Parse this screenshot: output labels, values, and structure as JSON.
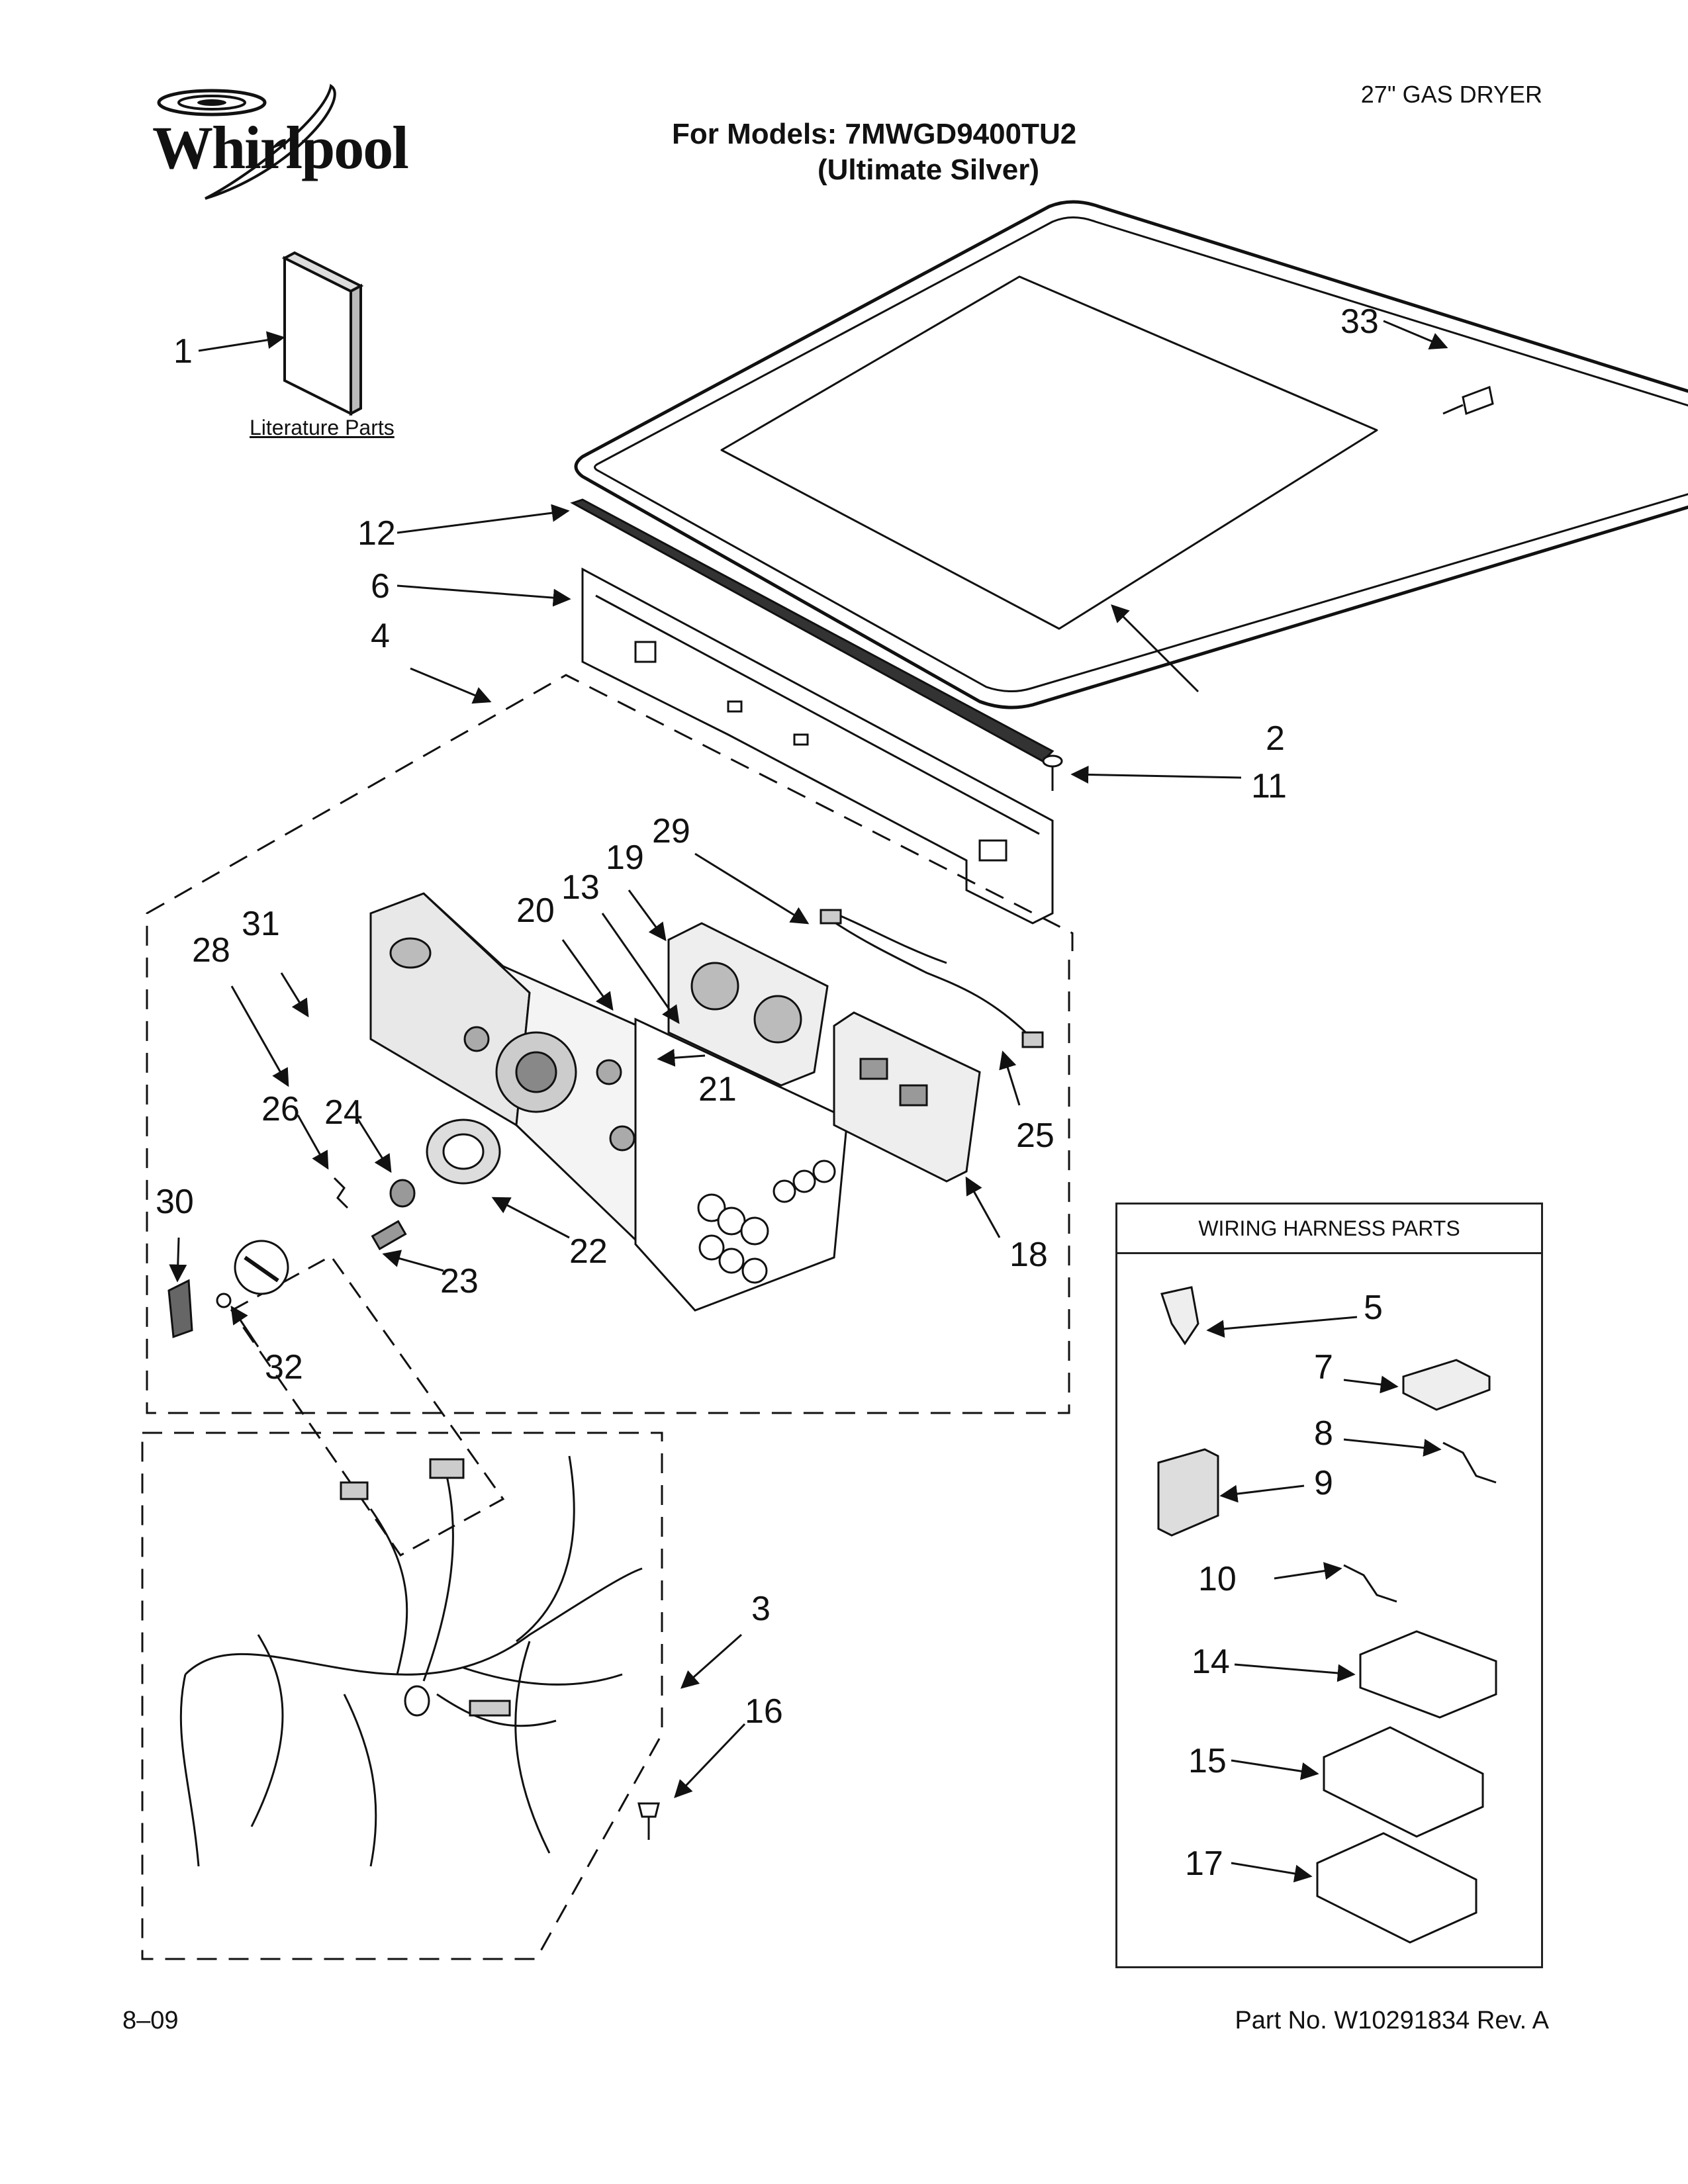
{
  "header": {
    "brand": "Whirlpool",
    "product": "27\" GAS DRYER",
    "models_line": "For Models: 7MWGD9400TU2",
    "color_line": "(Ultimate Silver)"
  },
  "literature_label": "Literature Parts",
  "wiring_box_title": "WIRING HARNESS PARTS",
  "callouts": {
    "c1": "1",
    "c2": "2",
    "c3": "3",
    "c4": "4",
    "c5": "5",
    "c6": "6",
    "c7": "7",
    "c8": "8",
    "c9": "9",
    "c10": "10",
    "c11": "11",
    "c12": "12",
    "c13": "13",
    "c14": "14",
    "c15": "15",
    "c16": "16",
    "c17": "17",
    "c18": "18",
    "c19": "19",
    "c20": "20",
    "c21": "21",
    "c22": "22",
    "c23": "23",
    "c24": "24",
    "c25": "25",
    "c26": "26",
    "c28": "28",
    "c29": "29",
    "c30": "30",
    "c31": "31",
    "c32": "32",
    "c33": "33"
  },
  "footer": {
    "date": "8–09",
    "part_number": "Part No. W10291834 Rev. A"
  }
}
